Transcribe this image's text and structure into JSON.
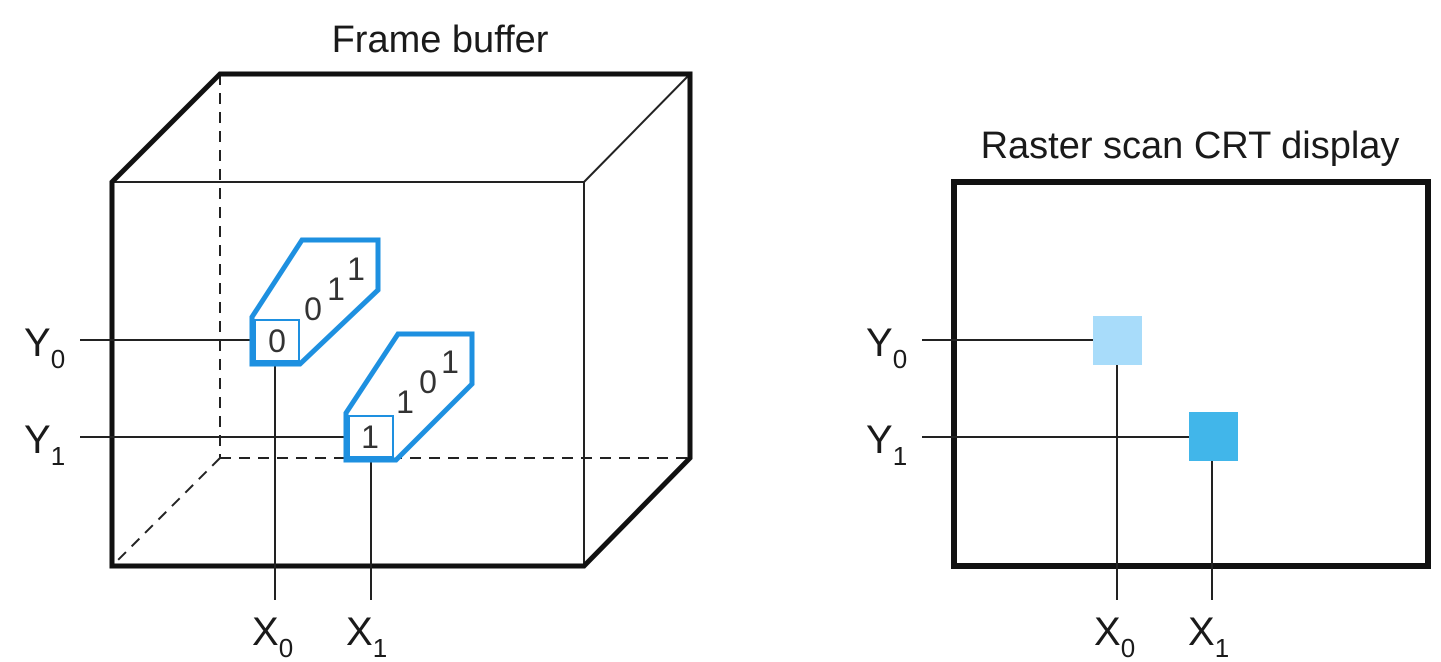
{
  "frame_buffer": {
    "title": "Frame buffer",
    "rows": [
      {
        "letter": "Y",
        "sub": "0",
        "bits": [
          "0",
          "0",
          "1",
          "1"
        ]
      },
      {
        "letter": "Y",
        "sub": "1",
        "bits": [
          "1",
          "1",
          "0",
          "1"
        ]
      }
    ],
    "columns": [
      {
        "letter": "X",
        "sub": "0"
      },
      {
        "letter": "X",
        "sub": "1"
      }
    ]
  },
  "display": {
    "title": "Raster scan CRT display",
    "rows": [
      {
        "letter": "Y",
        "sub": "0"
      },
      {
        "letter": "Y",
        "sub": "1"
      }
    ],
    "columns": [
      {
        "letter": "X",
        "sub": "0"
      },
      {
        "letter": "X",
        "sub": "1"
      }
    ],
    "pixels": [
      {
        "color": "#a8dcfa",
        "value": "0011"
      },
      {
        "color": "#41b6ea",
        "value": "1101"
      }
    ]
  },
  "colors": {
    "outline": "#111111",
    "bit_cell": "#1e90e0",
    "line": "#222222"
  }
}
